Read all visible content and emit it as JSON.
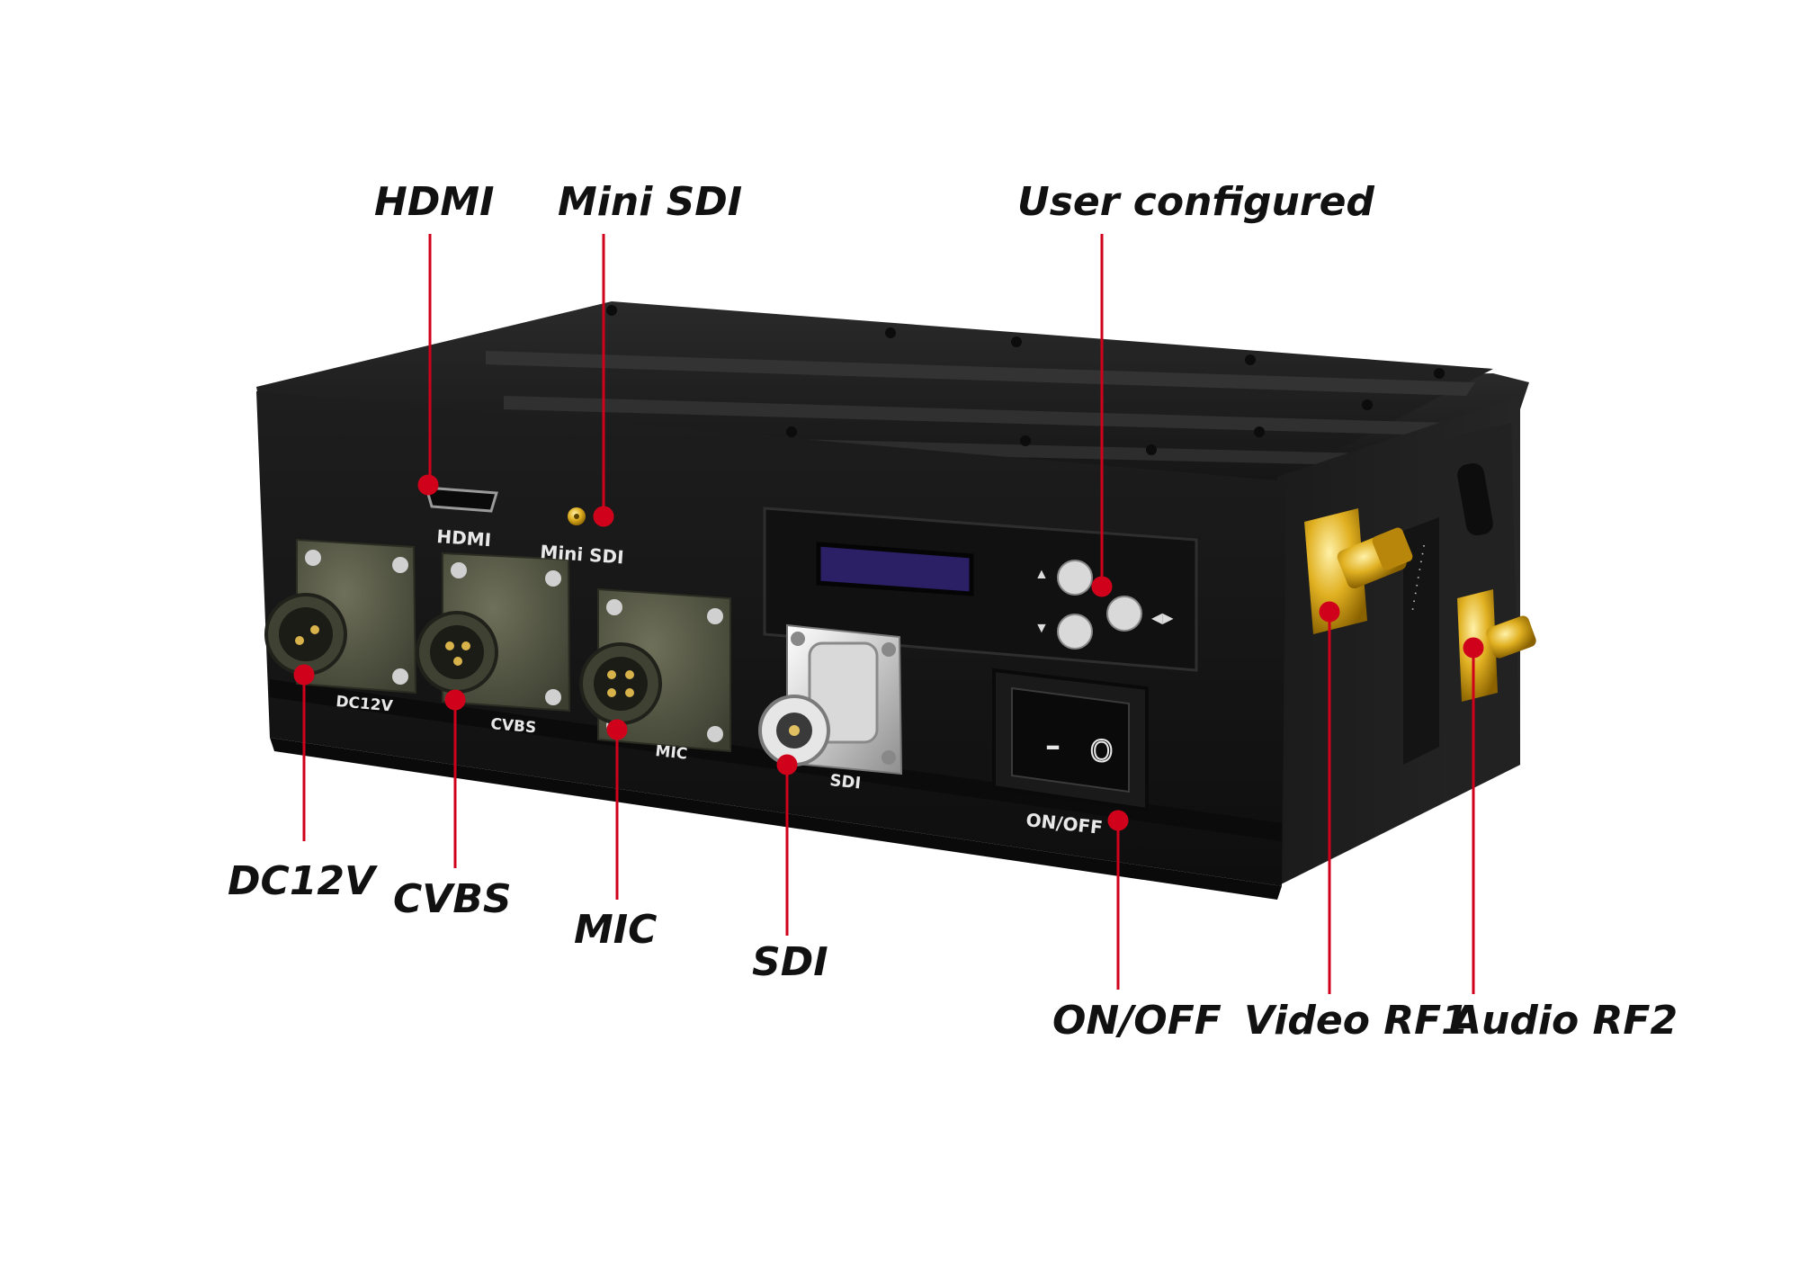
{
  "diagram": {
    "callouts": {
      "hdmi": "HDMI",
      "mini_sdi": "Mini SDI",
      "user_configured": "User configured",
      "dc12v": "DC12V",
      "cvbs": "CVBS",
      "mic": "MIC",
      "sdi": "SDI",
      "on_off": "ON/OFF",
      "video_rf1": "Video RF1",
      "audio_rf2": "Audio RF2"
    },
    "panel_labels": {
      "hdmi": "HDMI",
      "mini_sdi": "Mini SDI",
      "dc12v": "DC12V",
      "cvbs": "CVBS",
      "mic": "MIC",
      "sdi": "SDI",
      "on_off": "ON/OFF"
    },
    "switch_symbols": {
      "off": "–",
      "on": "O"
    },
    "button_arrows": {
      "up": "▲",
      "down": "▼",
      "left_right": "◀▶"
    },
    "colors": {
      "leader": "#d0021b",
      "body": "#1a1a1a",
      "connector": "#4d4f3c",
      "gold": "#d4a017",
      "oled": "#2b1f66"
    }
  }
}
